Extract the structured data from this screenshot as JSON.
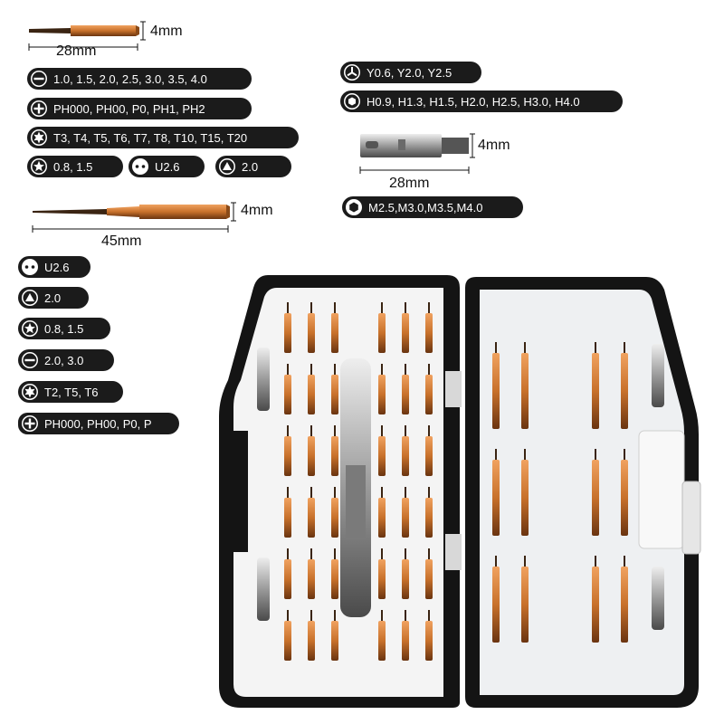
{
  "colors": {
    "pill_bg": "#1b1b1b",
    "bit_copper": "#c8712b",
    "case_black": "#141414",
    "tray_white": "#f4f4f4"
  },
  "dimensions": {
    "short_bit_width": "28mm",
    "short_bit_height": "4mm",
    "adapter_width": "28mm",
    "adapter_height": "4mm",
    "long_bit_width": "45mm",
    "long_bit_height": "4mm"
  },
  "pills_left": [
    {
      "icon": "slotted-icon",
      "text": "1.0, 1.5, 2.0, 2.5, 3.0, 3.5, 4.0"
    },
    {
      "icon": "phillips-icon",
      "text": "PH000, PH00, P0, PH1, PH2"
    },
    {
      "icon": "torx-icon",
      "text": "T3, T4, T5, T6, T7, T8, T10, T15, T20"
    },
    {
      "icon": "pentalobe-icon",
      "text": "0.8, 1.5"
    },
    {
      "icon": "u-type-icon",
      "text": "U2.6"
    },
    {
      "icon": "triangle-icon",
      "text": "2.0"
    }
  ],
  "pills_right": [
    {
      "icon": "tri-wing-icon",
      "text": "Y0.6, Y2.0, Y2.5"
    },
    {
      "icon": "hex-icon",
      "text": "H0.9, H1.3, H1.5, H2.0, H2.5, H3.0, H4.0"
    },
    {
      "icon": "hex-socket-icon",
      "text": "M2.5,M3.0,M3.5,M4.0"
    }
  ],
  "pills_long": [
    {
      "icon": "u-type-icon",
      "text": "U2.6"
    },
    {
      "icon": "triangle-icon",
      "text": "2.0"
    },
    {
      "icon": "pentalobe-icon",
      "text": "0.8, 1.5"
    },
    {
      "icon": "slotted-icon",
      "text": "2.0, 3.0"
    },
    {
      "icon": "torx-icon",
      "text": "T2, T5, T6"
    },
    {
      "icon": "phillips-icon",
      "text": "PH000, PH00, P0, P"
    }
  ]
}
